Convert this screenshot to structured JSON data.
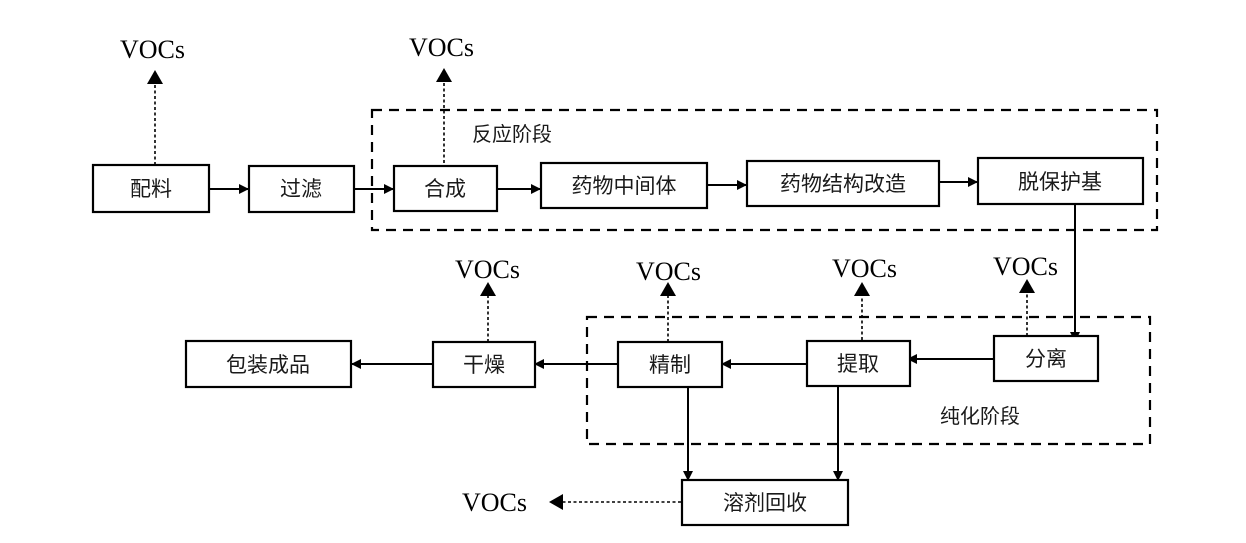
{
  "diagram": {
    "emission_label": "VOCs",
    "stages": {
      "reaction": "反应阶段",
      "purification": "纯化阶段"
    },
    "nodes": {
      "peiliao": "配料",
      "guolv": "过滤",
      "hecheng": "合成",
      "zhongjianti": "药物中间体",
      "jiegou": "药物结构改造",
      "tuobaohu": "脱保护基",
      "fenli": "分离",
      "tiqu": "提取",
      "jingzhi": "精制",
      "ganzao": "干燥",
      "baozhuang": "包装成品",
      "rongji": "溶剂回收"
    },
    "flow_edges": [
      [
        "配料",
        "过滤"
      ],
      [
        "过滤",
        "合成"
      ],
      [
        "合成",
        "药物中间体"
      ],
      [
        "药物中间体",
        "药物结构改造"
      ],
      [
        "药物结构改造",
        "脱保护基"
      ],
      [
        "脱保护基",
        "分离"
      ],
      [
        "分离",
        "提取"
      ],
      [
        "提取",
        "精制"
      ],
      [
        "精制",
        "干燥"
      ],
      [
        "干燥",
        "包装成品"
      ],
      [
        "精制",
        "溶剂回收"
      ],
      [
        "提取",
        "溶剂回收"
      ]
    ],
    "emission_sources": [
      "配料",
      "合成",
      "干燥",
      "精制",
      "提取",
      "分离",
      "溶剂回收"
    ]
  }
}
